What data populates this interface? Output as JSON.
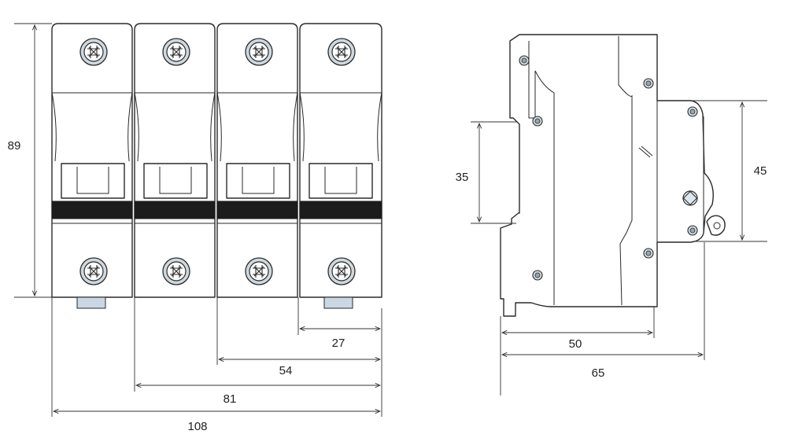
{
  "dimensions": {
    "front_height": "89",
    "front_width_1": "27",
    "front_width_2": "54",
    "front_width_3": "81",
    "front_width_4": "108",
    "side_rail": "35",
    "side_front": "45",
    "side_depth_body": "50",
    "side_depth_total": "65"
  }
}
